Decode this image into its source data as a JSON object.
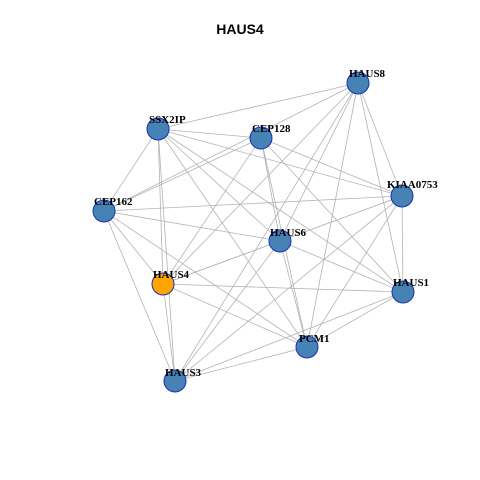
{
  "title": "HAUS4",
  "colors": {
    "node": "#4682B4",
    "node_stroke": "#1A2FB5",
    "focus_node": "#FFA500",
    "edge": "#B3B3B3"
  },
  "focus": "HAUS4",
  "nodes": [
    "HAUS8",
    "SSX2IP",
    "CEP128",
    "KIAA0753",
    "CEP162",
    "HAUS6",
    "HAUS4",
    "HAUS1",
    "PCM1",
    "HAUS3"
  ],
  "edges": [
    [
      "HAUS8",
      "SSX2IP"
    ],
    [
      "HAUS8",
      "CEP162"
    ],
    [
      "HAUS8",
      "HAUS4"
    ],
    [
      "HAUS8",
      "HAUS6"
    ],
    [
      "HAUS8",
      "HAUS3"
    ],
    [
      "HAUS8",
      "PCM1"
    ],
    [
      "HAUS8",
      "KIAA0753"
    ],
    [
      "HAUS8",
      "HAUS1"
    ],
    [
      "SSX2IP",
      "CEP128"
    ],
    [
      "SSX2IP",
      "KIAA0753"
    ],
    [
      "SSX2IP",
      "CEP162"
    ],
    [
      "SSX2IP",
      "HAUS6"
    ],
    [
      "SSX2IP",
      "HAUS4"
    ],
    [
      "SSX2IP",
      "HAUS1"
    ],
    [
      "SSX2IP",
      "PCM1"
    ],
    [
      "SSX2IP",
      "HAUS3"
    ],
    [
      "CEP128",
      "KIAA0753"
    ],
    [
      "CEP128",
      "CEP162"
    ],
    [
      "CEP128",
      "HAUS6"
    ],
    [
      "CEP128",
      "HAUS4"
    ],
    [
      "CEP128",
      "HAUS1"
    ],
    [
      "CEP128",
      "PCM1"
    ],
    [
      "KIAA0753",
      "CEP162"
    ],
    [
      "KIAA0753",
      "HAUS6"
    ],
    [
      "KIAA0753",
      "HAUS4"
    ],
    [
      "KIAA0753",
      "HAUS1"
    ],
    [
      "KIAA0753",
      "PCM1"
    ],
    [
      "KIAA0753",
      "HAUS3"
    ],
    [
      "CEP162",
      "HAUS6"
    ],
    [
      "CEP162",
      "HAUS4"
    ],
    [
      "CEP162",
      "PCM1"
    ],
    [
      "CEP162",
      "HAUS3"
    ],
    [
      "HAUS6",
      "HAUS4"
    ],
    [
      "HAUS6",
      "HAUS1"
    ],
    [
      "HAUS6",
      "PCM1"
    ],
    [
      "HAUS6",
      "HAUS3"
    ],
    [
      "HAUS4",
      "HAUS1"
    ],
    [
      "HAUS4",
      "PCM1"
    ],
    [
      "HAUS4",
      "HAUS3"
    ],
    [
      "HAUS1",
      "PCM1"
    ],
    [
      "HAUS1",
      "HAUS3"
    ],
    [
      "PCM1",
      "HAUS3"
    ]
  ]
}
